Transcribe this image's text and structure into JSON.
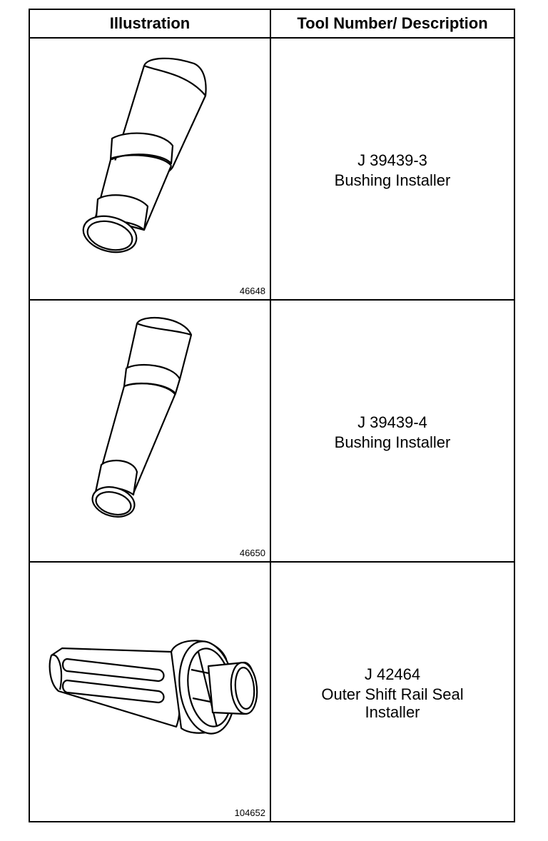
{
  "header": {
    "illustration": "Illustration",
    "tool_number_description": "Tool Number/ Description"
  },
  "rows": [
    {
      "tool_number": "J 39439-3",
      "description": "Bushing Installer",
      "figure_number": "46648",
      "icon": "bushing-installer-icon"
    },
    {
      "tool_number": "J 39439-4",
      "description": "Bushing Installer",
      "figure_number": "46650",
      "icon": "bushing-installer-icon"
    },
    {
      "tool_number": "J 42464",
      "description": "Outer Shift Rail Seal Installer",
      "figure_number": "104652",
      "icon": "seal-installer-icon"
    }
  ]
}
